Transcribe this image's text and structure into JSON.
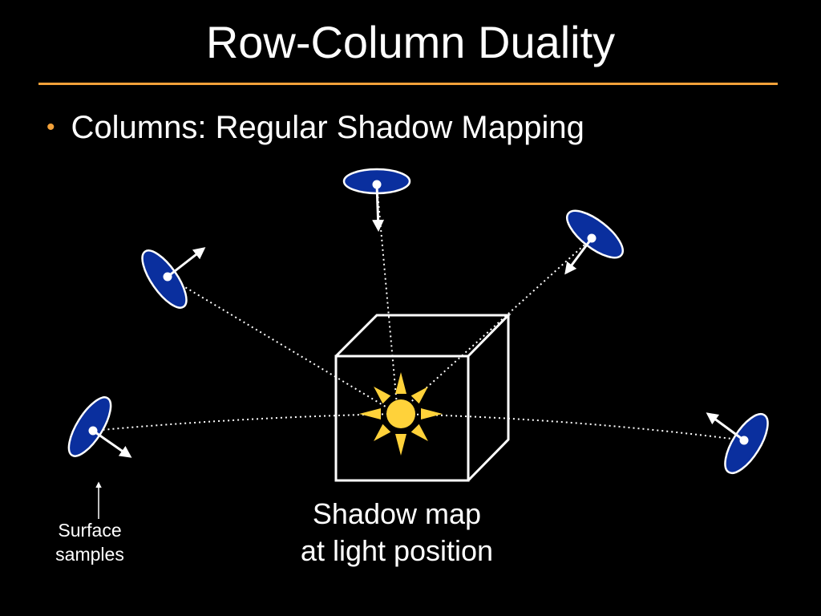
{
  "slide": {
    "title": "Row-Column Duality",
    "bullet": "Columns: Regular Shadow Mapping",
    "caption_light": [
      "Shadow map",
      "at light position"
    ],
    "caption_samples": [
      "Surface",
      "samples"
    ]
  },
  "colors": {
    "background": "#000000",
    "accent": "#f2a13a",
    "surfel_fill": "#0a2f9e",
    "light": "#ffd23a",
    "line": "#ffffff"
  },
  "icons": {
    "light": "sun-icon",
    "bullet": "bullet-dot"
  }
}
